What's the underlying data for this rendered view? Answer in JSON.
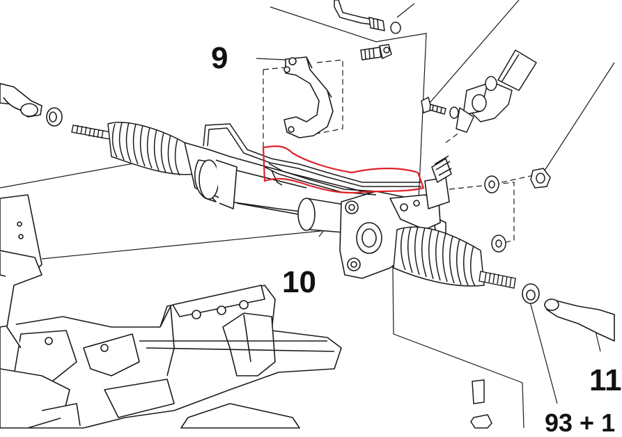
{
  "callouts": {
    "part_9": "9",
    "part_10": "10",
    "part_11": "11",
    "part_93": "93 + 1"
  },
  "colors": {
    "line": "#1a1a1a",
    "highlight": "#e0202a",
    "background": "#ffffff"
  }
}
